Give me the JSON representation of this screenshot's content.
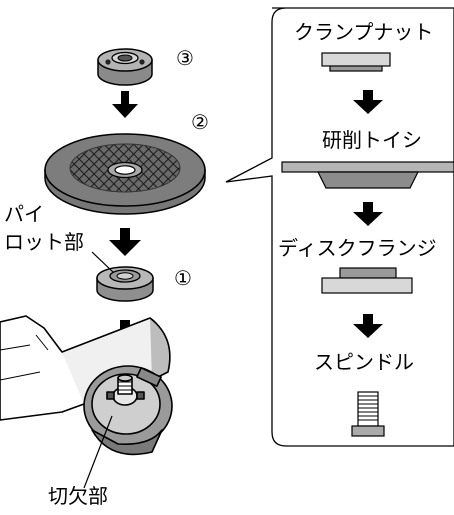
{
  "labels": {
    "num_3": "③",
    "num_2": "②",
    "num_1": "①",
    "pilot_line1": "パイ",
    "pilot_line2": "ロット部",
    "notch": "切欠部"
  },
  "detail": {
    "clamp_nut": "クランプナット",
    "wheel": "研削トイシ",
    "flange": "ディスクフランジ",
    "spindle": "スピンドル"
  }
}
